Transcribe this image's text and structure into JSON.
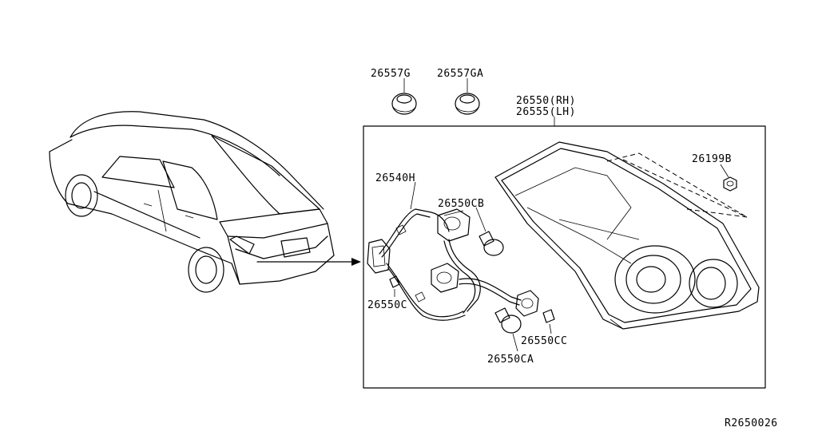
{
  "diagram": {
    "ref_code": "R2650026",
    "labels": {
      "grommet_1": "26557G",
      "grommet_2": "26557GA",
      "lamp_rh": "26550(RH)",
      "lamp_lh": "26555(LH)",
      "nut": "26199B",
      "harness": "26540H",
      "socket_cb": "26550CB",
      "bulb_c": "26550C",
      "bulb_ca": "26550CA",
      "bulb_cc": "26550CC"
    }
  }
}
